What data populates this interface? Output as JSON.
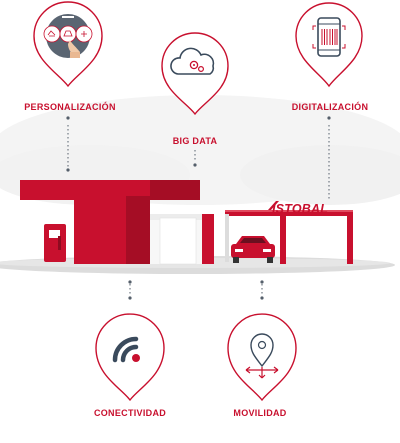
{
  "labels": {
    "personalization": "PERSONALIZACIÓN",
    "big_data": "BIG DATA",
    "digitalization": "DIGITALIZACIÓN",
    "connectivity": "CONECTIVIDAD",
    "mobility": "MOVILIDAD"
  },
  "brand": "ISTOBAL",
  "colors": {
    "accent": "#c8102e",
    "canopy_dark": "#a50d25",
    "connector": "#555f6b",
    "icon_dark": "#3a4a5c",
    "ground": "#d8d8d8",
    "sky": "#f3f3f3"
  },
  "icons": {
    "personalization": "hand-touch-icons",
    "big_data": "cloud-gears-icon",
    "digitalization": "smartphone-barcode-icon",
    "connectivity": "wifi-icon",
    "mobility": "location-pin-arrows-icon"
  }
}
